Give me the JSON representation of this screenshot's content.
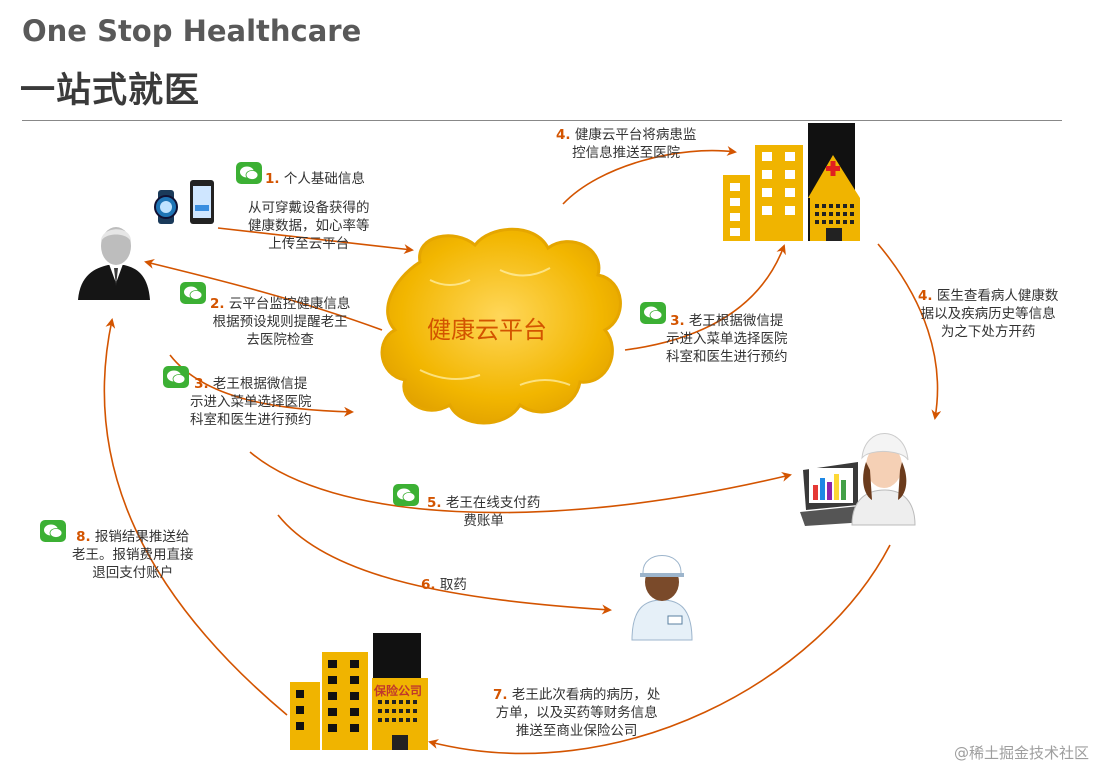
{
  "header": {
    "title_en": "One Stop Healthcare",
    "title_cn": "一站式就医"
  },
  "cloud": {
    "label": "健康云平台"
  },
  "insurance": {
    "label": "保险公司"
  },
  "steps": [
    {
      "num": "1.",
      "lines": [
        "个人基础信息"
      ]
    },
    {
      "num": "",
      "lines": [
        "从可穿戴设备获得的",
        "健康数据，如心率等",
        "上传至云平台"
      ]
    },
    {
      "num": "2.",
      "lines": [
        "云平台监控健康信息",
        "根据预设规则提醒老王",
        "去医院检查"
      ]
    },
    {
      "num": "3.",
      "lines": [
        "老王根据微信提",
        "示进入菜单选择医院",
        "科室和医生进行预约"
      ]
    },
    {
      "num": "3.",
      "lines": [
        "老王根据微信提",
        "示进入菜单选择医院",
        "科室和医生进行预约"
      ]
    },
    {
      "num": "4.",
      "lines": [
        "健康云平台将病患监",
        "控信息推送至医院"
      ]
    },
    {
      "num": "4.",
      "lines": [
        "医生查看病人健康数",
        "据以及疾病历史等信息",
        "为之下处方开药"
      ]
    },
    {
      "num": "5.",
      "lines": [
        "老王在线支付药",
        "费账单"
      ]
    },
    {
      "num": "6.",
      "lines": [
        "取药"
      ]
    },
    {
      "num": "7.",
      "lines": [
        "老王此次看病的病历，处",
        "方单，以及买药等财务信息",
        "推送至商业保险公司"
      ]
    },
    {
      "num": "8.",
      "lines": [
        "报销结果推送给",
        "老王。报销费用直接",
        "退回支付账户"
      ]
    }
  ],
  "watermark": "@稀土掘金技术社区",
  "colors": {
    "accent": "#d35400",
    "building": "#f0b400",
    "wechat": "#3cb034",
    "arrow": "#d35400"
  }
}
